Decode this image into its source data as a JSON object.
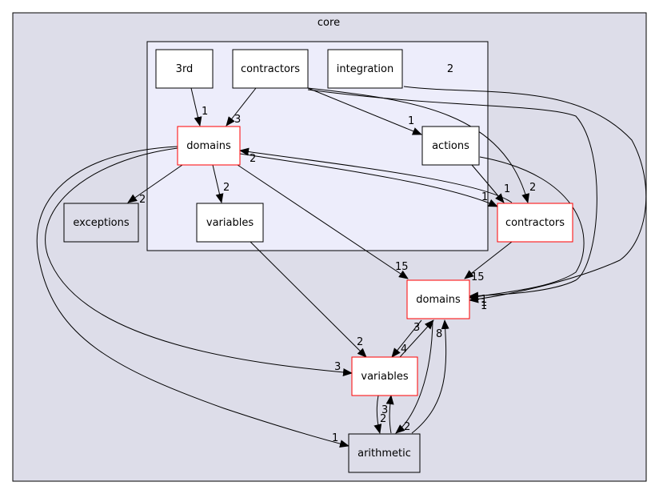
{
  "clusters": {
    "outer": {
      "label": "core",
      "fill": "#dddde9",
      "stroke": "#000000"
    },
    "inner": {
      "label": "2",
      "fill": "#ededfb",
      "stroke": "#000000"
    }
  },
  "nodes": {
    "n3rd": {
      "label": "3rd",
      "fill": "#ffffff",
      "stroke": "#000000"
    },
    "contractors_in": {
      "label": "contractors",
      "fill": "#ffffff",
      "stroke": "#000000"
    },
    "integration": {
      "label": "integration",
      "fill": "#ffffff",
      "stroke": "#000000"
    },
    "domains_in": {
      "label": "domains",
      "fill": "#ffffff",
      "stroke": "#ff0000"
    },
    "actions": {
      "label": "actions",
      "fill": "#ffffff",
      "stroke": "#000000"
    },
    "variables_in": {
      "label": "variables",
      "fill": "#ffffff",
      "stroke": "#000000"
    },
    "exceptions": {
      "label": "exceptions",
      "fill": "#dddde9",
      "stroke": "#000000"
    },
    "contractors_out": {
      "label": "contractors",
      "fill": "#ffffff",
      "stroke": "#ff0000"
    },
    "domains_out": {
      "label": "domains",
      "fill": "#ffffff",
      "stroke": "#ff0000"
    },
    "variables_out": {
      "label": "variables",
      "fill": "#ffffff",
      "stroke": "#ff0000"
    },
    "arithmetic": {
      "label": "arithmetic",
      "fill": "#dddde9",
      "stroke": "#000000"
    }
  },
  "edge_labels": {
    "e_3rd_domains": "1",
    "e_contr_domains": "3",
    "e_contr_actions": "1",
    "e_contr_contrOut": "2",
    "e_domains_exceptions": "2",
    "e_domains_variables": "2",
    "e_contrOut_domainsIn": "2",
    "e_domains_contrOut": "1",
    "e_actions_contrOut": "1",
    "e_domains_domainsOut": "15",
    "e_contrOut_domainsOut": "15",
    "e_contr_domainsOut": "1",
    "e_actions_domainsOut": "1",
    "e_integration_domainsOut": "1",
    "e_domainsOut_variablesOut": "3",
    "e_variablesOut_domainsOut": "4",
    "e_domainsOut_arith": "2",
    "e_arith_domainsOut": "8",
    "e_variablesIn_variablesOut": "2",
    "e_domains_variablesOut": "3",
    "e_arith_variablesOut": "3",
    "e_variablesOut_arith": "2",
    "e_domains_arith": "1"
  }
}
